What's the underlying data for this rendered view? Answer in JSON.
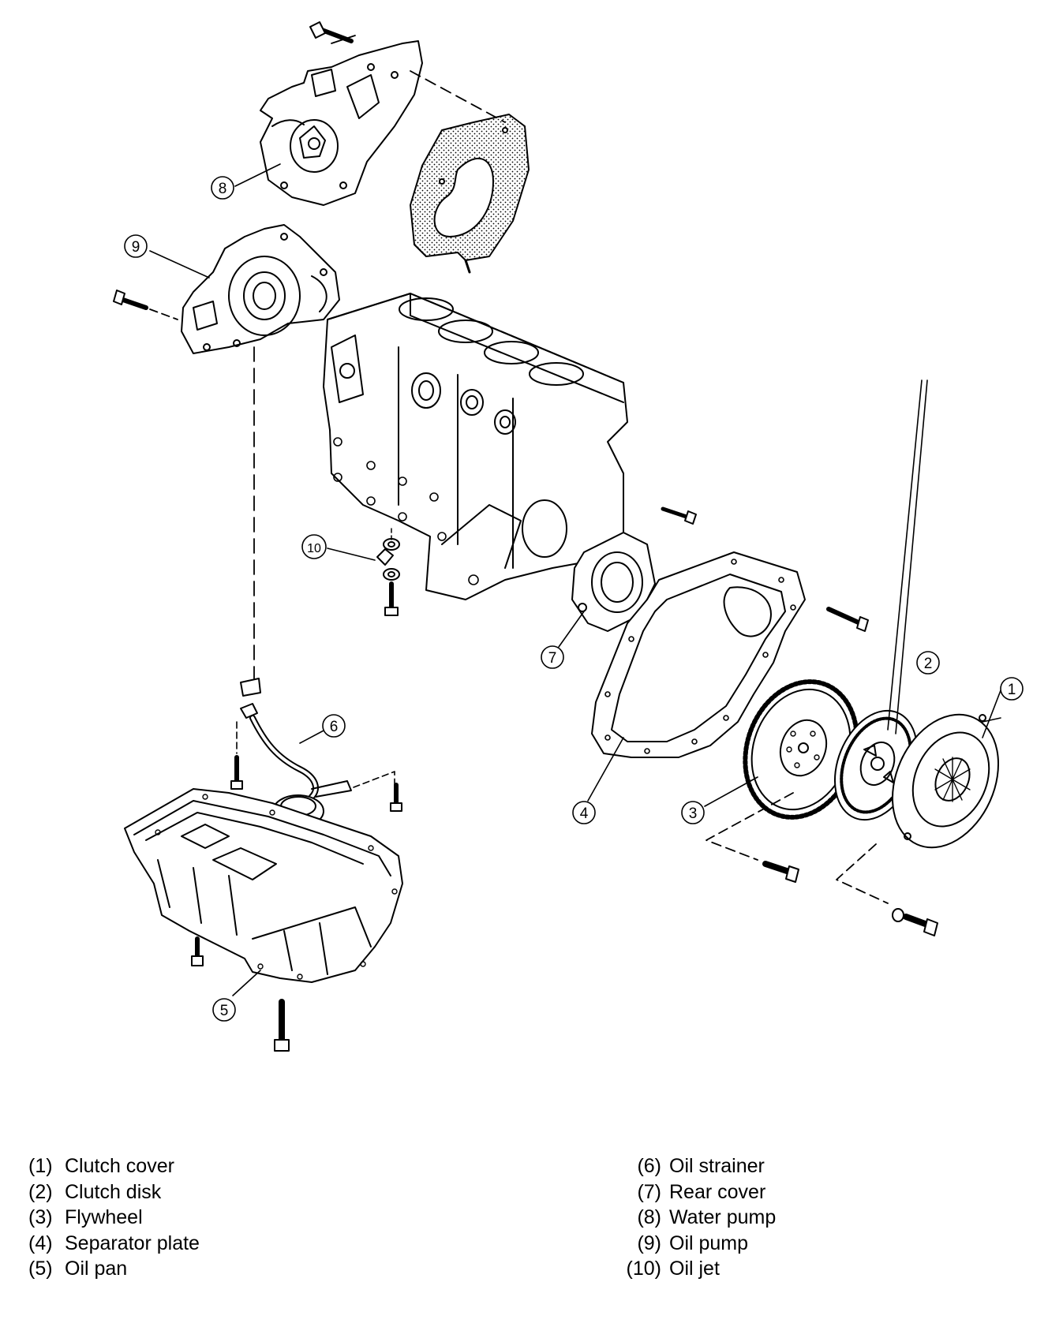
{
  "diagram": {
    "callouts": [
      {
        "number": "1",
        "part": "clutch-cover"
      },
      {
        "number": "2",
        "part": "clutch-disk"
      },
      {
        "number": "3",
        "part": "flywheel"
      },
      {
        "number": "4",
        "part": "separator-plate"
      },
      {
        "number": "5",
        "part": "oil-pan"
      },
      {
        "number": "6",
        "part": "oil-strainer"
      },
      {
        "number": "7",
        "part": "rear-cover"
      },
      {
        "number": "8",
        "part": "water-pump"
      },
      {
        "number": "9",
        "part": "oil-pump"
      },
      {
        "number": "10",
        "part": "oil-jet"
      }
    ]
  },
  "legend": {
    "left": [
      {
        "num": "(1)",
        "label": "Clutch cover"
      },
      {
        "num": "(2)",
        "label": "Clutch disk"
      },
      {
        "num": "(3)",
        "label": "Flywheel"
      },
      {
        "num": "(4)",
        "label": "Separator plate"
      },
      {
        "num": "(5)",
        "label": "Oil pan"
      }
    ],
    "right": [
      {
        "num": "(6)",
        "label": "Oil strainer"
      },
      {
        "num": "(7)",
        "label": "Rear cover"
      },
      {
        "num": "(8)",
        "label": "Water pump"
      },
      {
        "num": "(9)",
        "label": "Oil pump"
      },
      {
        "num": "(10)",
        "label": "Oil jet"
      }
    ]
  }
}
